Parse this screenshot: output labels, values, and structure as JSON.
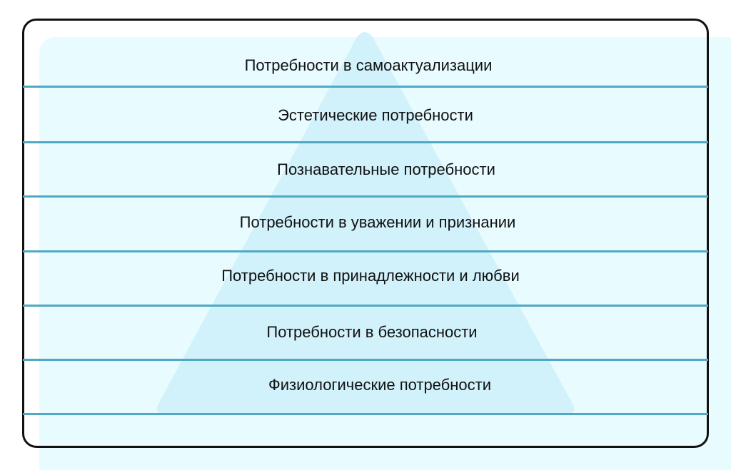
{
  "levels": [
    {
      "label": "Потребности в самоактуализации"
    },
    {
      "label": "Эстетические потребности"
    },
    {
      "label": "Познавательные потребности"
    },
    {
      "label": "Потребности в уважении и признании"
    },
    {
      "label": "Потребности в принадлежности и любви"
    },
    {
      "label": "Потребности в безопасности"
    },
    {
      "label": "Физиологические потребности"
    }
  ],
  "colors": {
    "panel": "#e8fbff",
    "pyramid": "#d1f1fb",
    "divider": "#4fa8c4",
    "frame": "#111111"
  }
}
